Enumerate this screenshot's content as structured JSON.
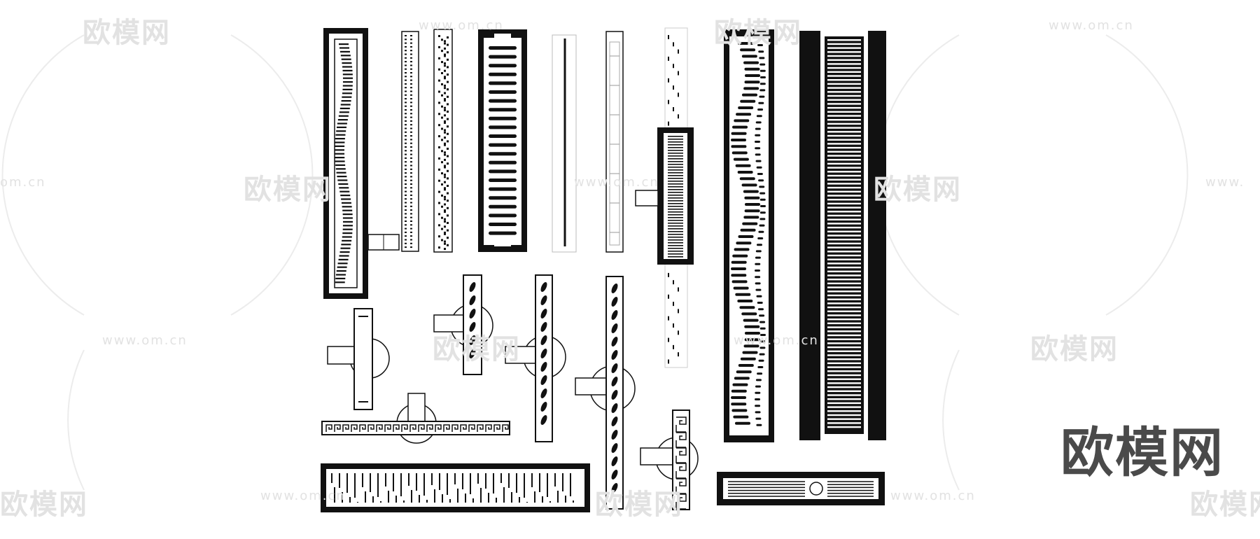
{
  "watermark": {
    "logo_text": "欧模网",
    "url_text": "www.om.cn",
    "url_fragment": "om.cn",
    "url_partial": "www."
  },
  "brand": {
    "text": "欧模网"
  },
  "colors": {
    "ink": "#111111",
    "paper": "#ffffff",
    "watermark": "#e2e2e2",
    "brand": "#4a4a4a"
  }
}
